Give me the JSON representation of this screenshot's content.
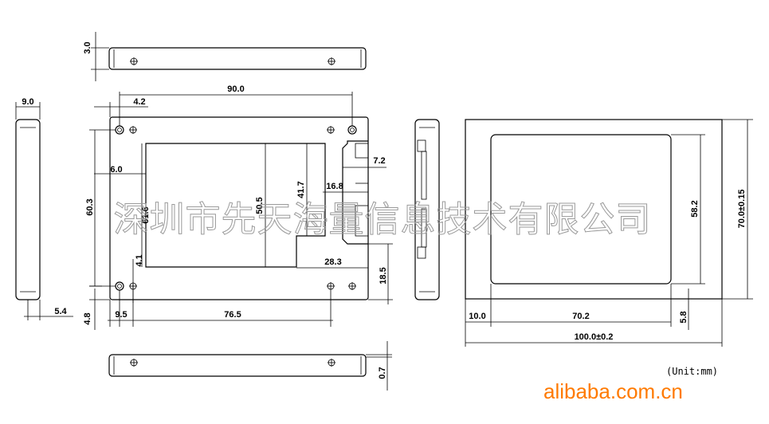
{
  "dimensions": {
    "top_thickness": "3.0",
    "side_thickness": "9.0",
    "overall_width_top": "90.0",
    "hole_offset_top": "4.2",
    "connector_depth": "7.2",
    "connector_width": "16.8",
    "connector_offset": "28.3",
    "left_height": "60.3",
    "left_offset": "6.0",
    "inner_height_1": "61.6",
    "inner_height_2": "50.5",
    "inner_height_3": "41.7",
    "small_offset": "4.1",
    "right_offset": "18.5",
    "bottom_left": "4.8",
    "bottom_hole": "9.5",
    "bottom_span": "76.5",
    "side_bottom": "5.4",
    "bottom_thickness": "0.7",
    "window_height": "58.2",
    "total_height": "70.0±0.15",
    "window_left": "10.0",
    "window_width": "70.2",
    "window_bottom": "5.8",
    "total_width": "100.0±0.2"
  },
  "watermark": "深圳市先天海量信息技术有限公司",
  "unit_label": "(Unit:mm)",
  "site": "alibaba.com.cn"
}
